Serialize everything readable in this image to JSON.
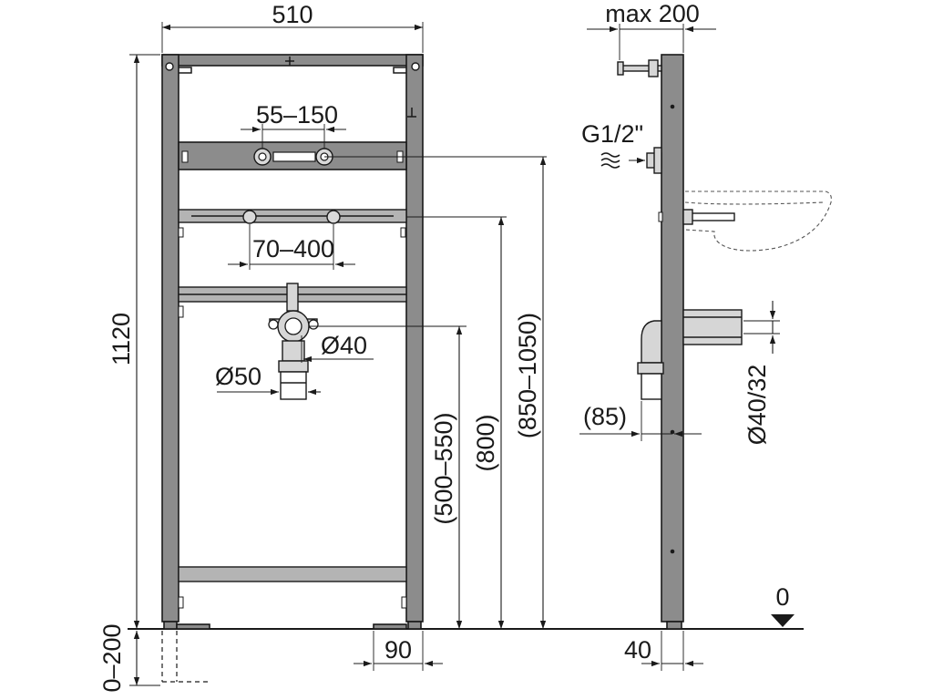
{
  "drawing": {
    "front_view": {
      "labels": {
        "width": "510",
        "height": "1120",
        "tap_spacing": "55–150",
        "bracket_spacing": "70–400",
        "drain_upper": "Ø40",
        "drain_lower": "Ø50",
        "drain_height": "(500–550)",
        "bracket_height": "(800)",
        "tap_height": "(850–1050)",
        "leg_extension": "0–200",
        "foot_width": "90"
      }
    },
    "side_view": {
      "labels": {
        "depth": "max 200",
        "thread": "G1/2\"",
        "offset": "(85)",
        "outlet_diameter": "Ø40/32",
        "frame_depth": "40",
        "floor_level": "0"
      }
    }
  }
}
